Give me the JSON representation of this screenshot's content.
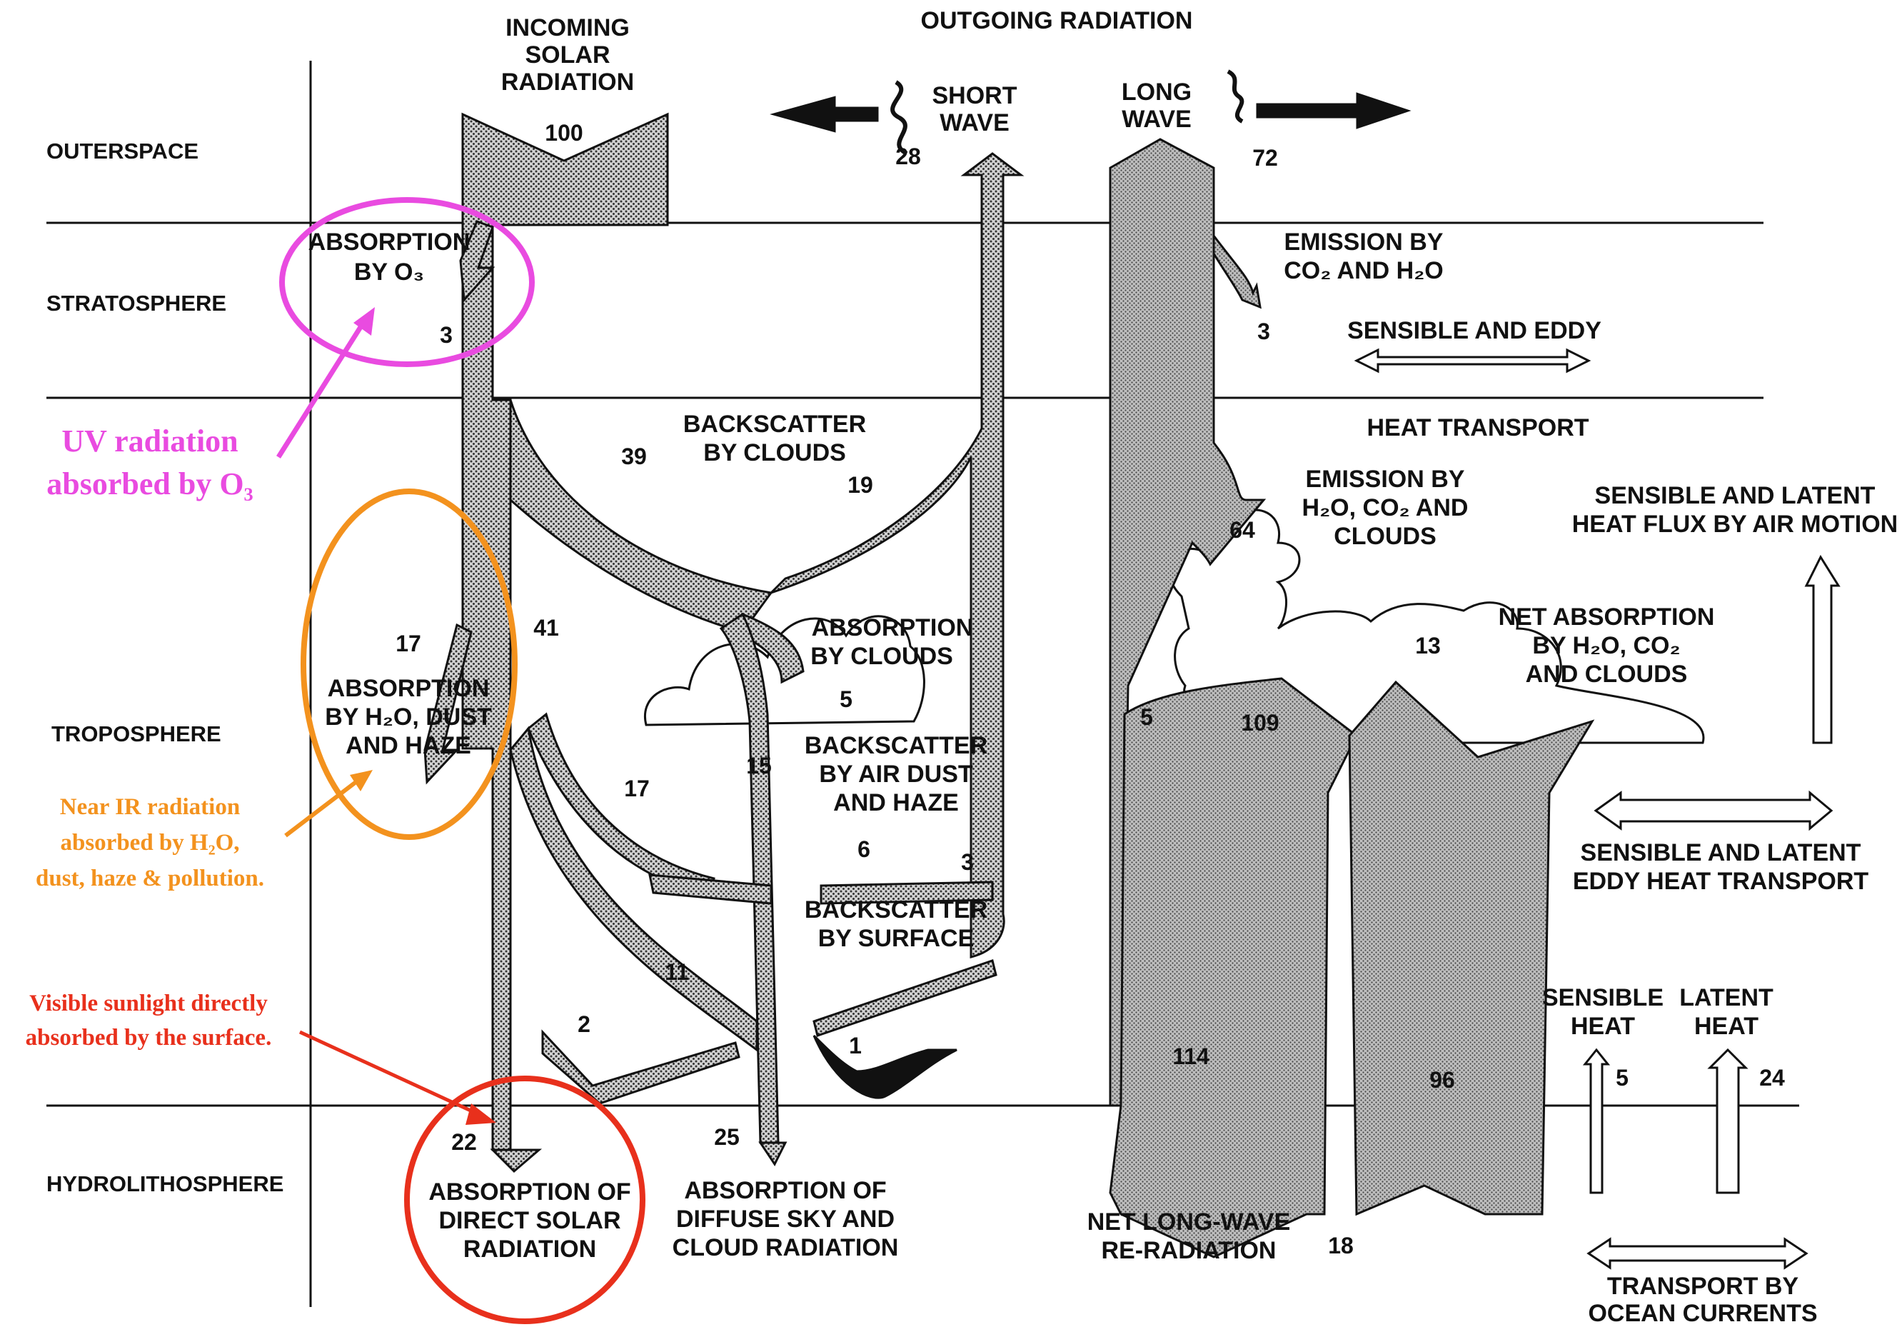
{
  "header": {
    "incoming": [
      "INCOMING",
      "SOLAR",
      "RADIATION"
    ],
    "outgoing": "OUTGOING RADIATION",
    "short_wave": [
      "SHORT",
      "WAVE"
    ],
    "long_wave": [
      "LONG",
      "WAVE"
    ]
  },
  "layers": {
    "outerspace": "OUTERSPACE",
    "stratosphere": "STRATOSPHERE",
    "troposphere": "TROPOSPHERE",
    "hydrolithosphere": "HYDROLITHOSPHERE"
  },
  "labels": {
    "absorption_o3": [
      "ABSORPTION",
      "BY O₃"
    ],
    "absorption_h2o": [
      "ABSORPTION",
      "BY H₂O, DUST",
      "AND HAZE"
    ],
    "backscatter_clouds": [
      "BACKSCATTER",
      "BY CLOUDS"
    ],
    "absorption_clouds": [
      "ABSORPTION",
      "BY CLOUDS"
    ],
    "backscatter_air": [
      "BACKSCATTER",
      "BY AIR DUST",
      "AND HAZE"
    ],
    "backscatter_surface": [
      "BACKSCATTER",
      "BY SURFACE"
    ],
    "absorption_direct": [
      "ABSORPTION OF",
      "DIRECT SOLAR",
      "RADIATION"
    ],
    "absorption_diffuse": [
      "ABSORPTION OF",
      "DIFFUSE SKY AND",
      "CLOUD RADIATION"
    ],
    "emission_co2": [
      "EMISSION BY",
      "CO₂ AND H₂O"
    ],
    "sensible_eddy": "SENSIBLE AND EDDY",
    "heat_transport": "HEAT TRANSPORT",
    "emission_clouds": [
      "EMISSION BY",
      "H₂O, CO₂ AND",
      "CLOUDS"
    ],
    "net_absorption": [
      "NET ABSORPTION",
      "BY H₂O, CO₂",
      "AND CLOUDS"
    ],
    "sensible_latent_flux": [
      "SENSIBLE AND LATENT",
      "HEAT FLUX BY AIR MOTION"
    ],
    "sensible_latent_eddy": [
      "SENSIBLE AND LATENT",
      "EDDY HEAT TRANSPORT"
    ],
    "sensible_heat": [
      "SENSIBLE",
      "HEAT"
    ],
    "latent_heat": [
      "LATENT",
      "HEAT"
    ],
    "net_longwave": [
      "NET LONG-WAVE",
      "RE-RADIATION"
    ],
    "ocean_currents": [
      "TRANSPORT BY",
      "OCEAN CURRENTS"
    ]
  },
  "values": {
    "incoming": "100",
    "short_wave_out": "28",
    "long_wave_out": "72",
    "o3": "3",
    "emission_strat": "3",
    "v39": "39",
    "v19": "19",
    "v64": "64",
    "v17a": "17",
    "v41": "41",
    "v13": "13",
    "v5_clouds": "5",
    "v5_left": "5",
    "v109": "109",
    "v15": "15",
    "v17b": "17",
    "v6": "6",
    "v3": "3",
    "v11": "11",
    "v2": "2",
    "v1": "1",
    "v114": "114",
    "v96": "96",
    "v5_sensible": "5",
    "v24": "24",
    "v22": "22",
    "v25": "25",
    "v18": "18"
  },
  "annotations": {
    "uv": [
      "UV radiation",
      "absorbed by O₃"
    ],
    "near_ir": [
      "Near IR radiation",
      "absorbed by H₂O,",
      "dust, haze & pollution."
    ],
    "visible": [
      "Visible sunlight directly",
      "absorbed by the surface."
    ]
  },
  "colors": {
    "uv": "#e94be0",
    "near_ir": "#f3921e",
    "visible": "#e8301c",
    "flow_fill": "#c9c9c9",
    "ink": "#111111"
  }
}
